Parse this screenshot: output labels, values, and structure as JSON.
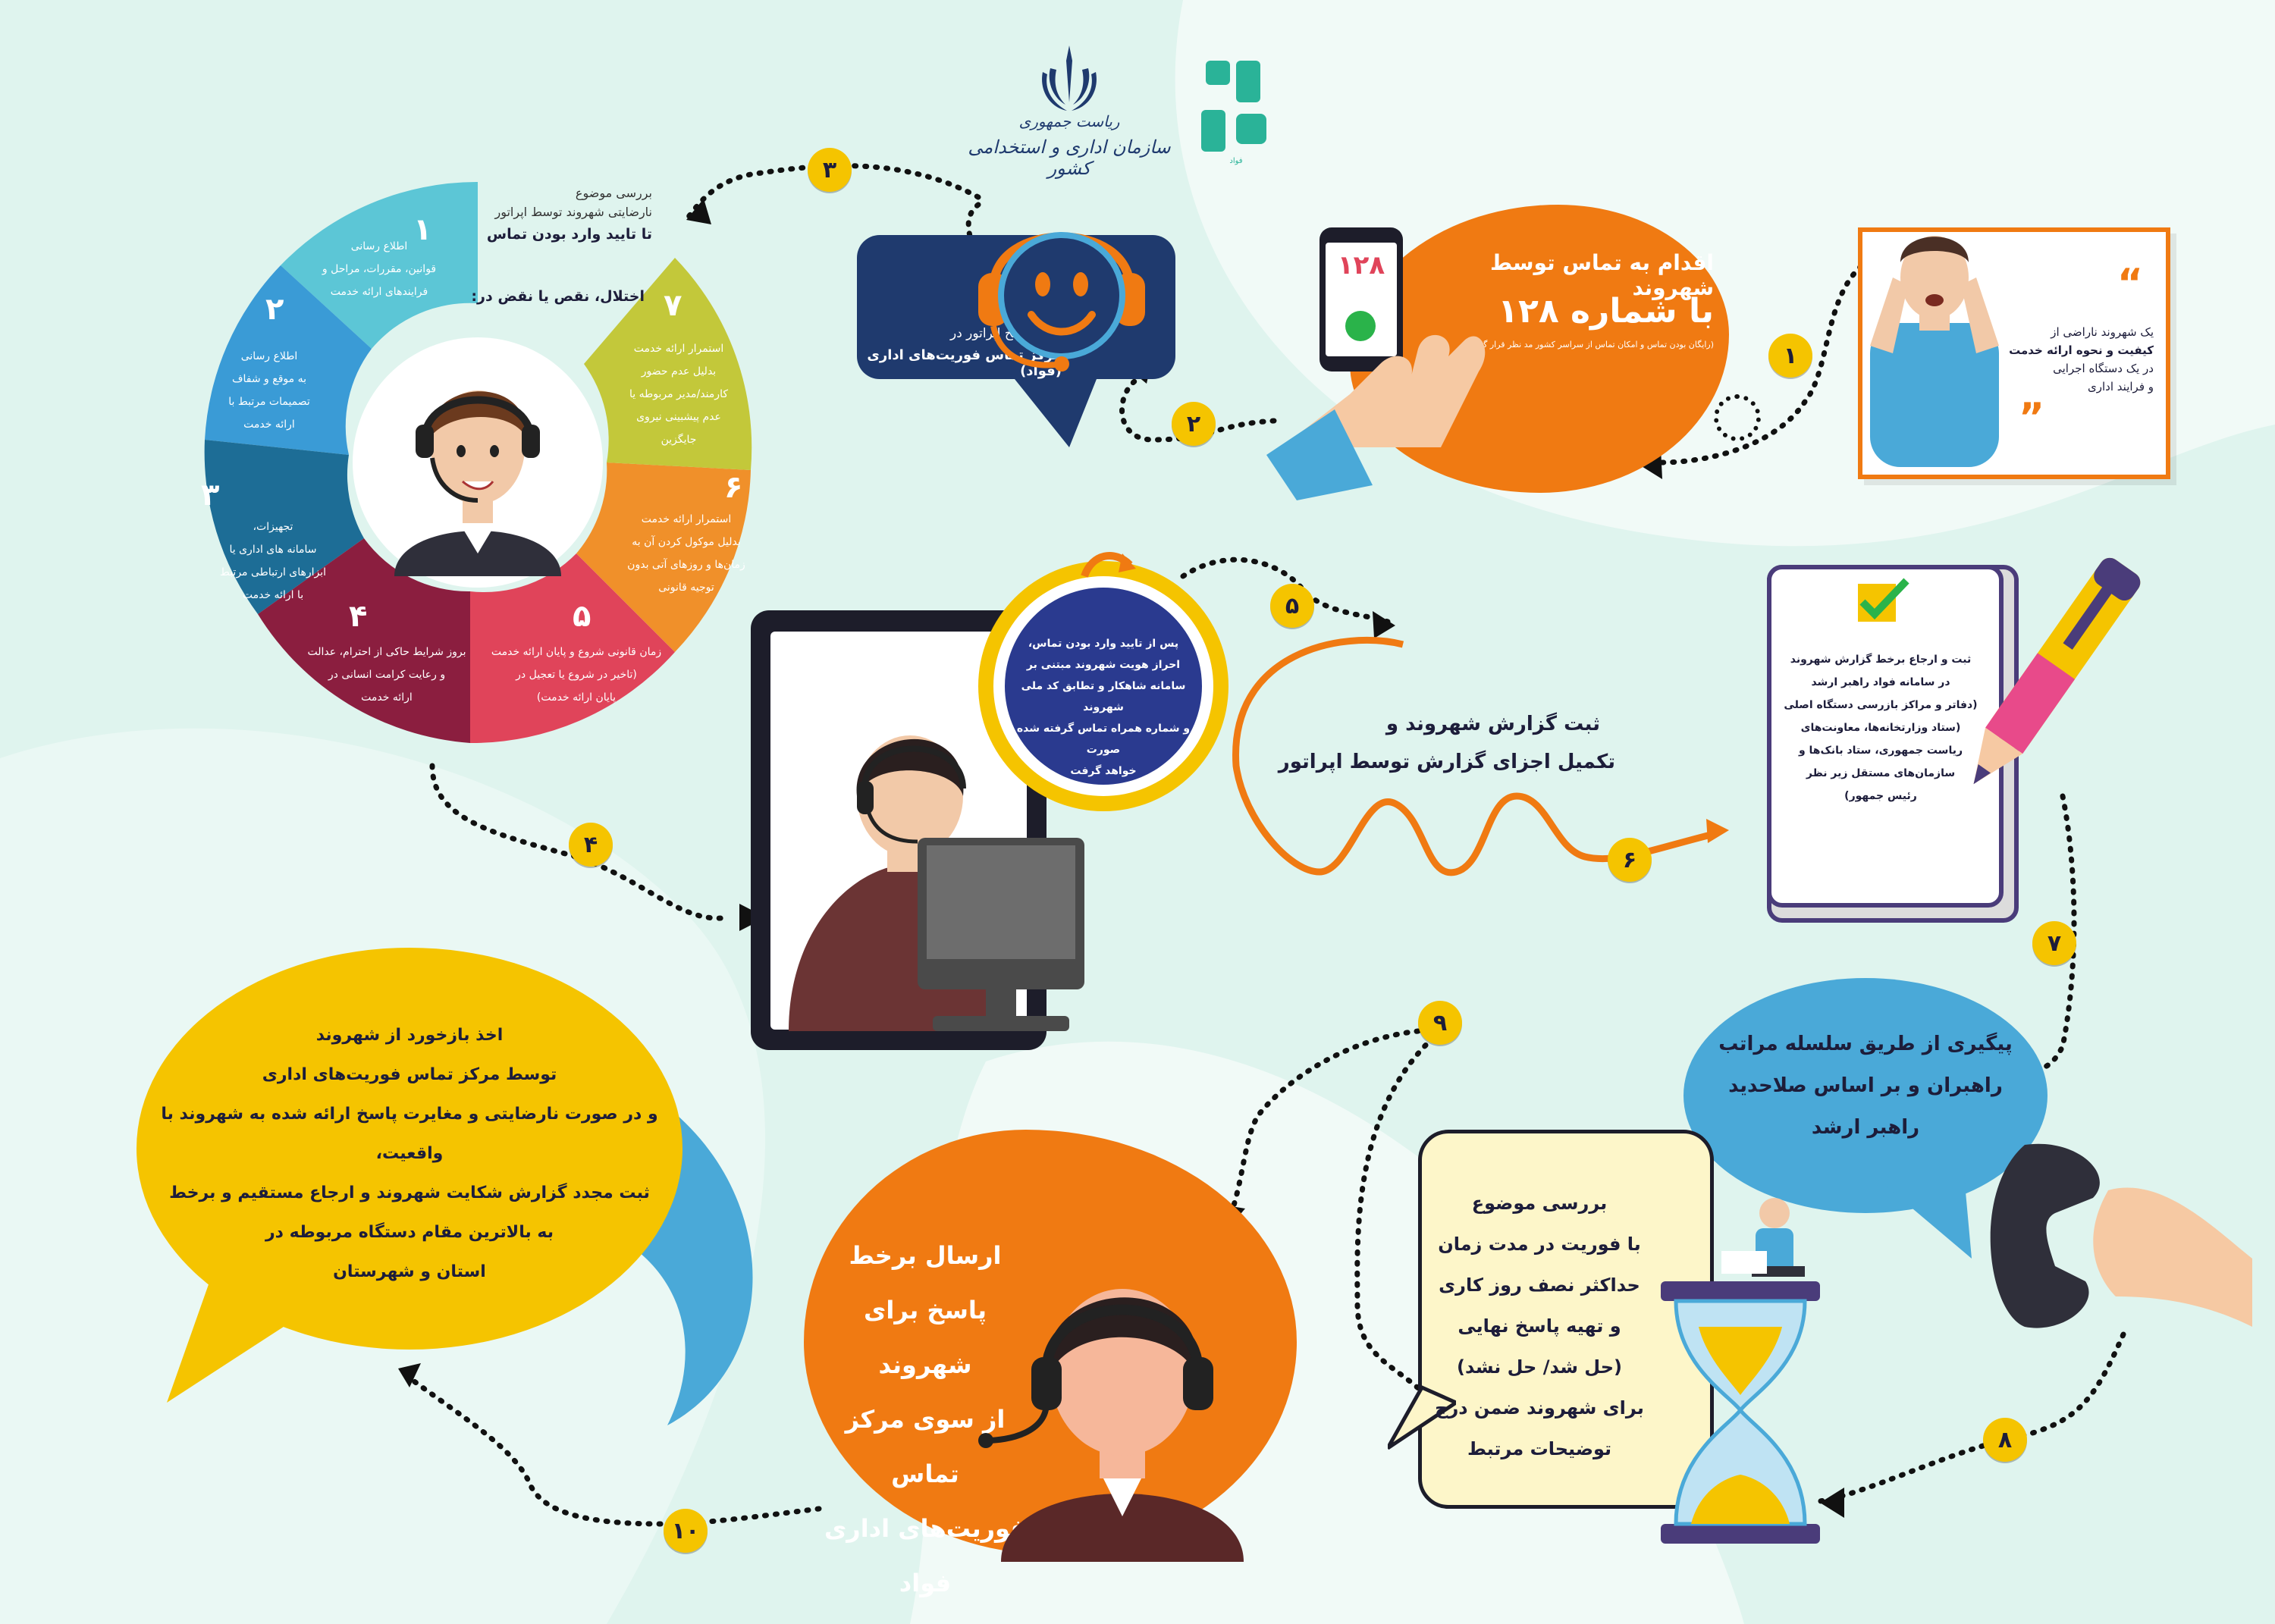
{
  "header": {
    "org_line1": "ریاست جمهوری",
    "org_line2": "سازمان اداری و استخدامی کشور",
    "logo_text": "فواد"
  },
  "steps": {
    "s1": {
      "badge": "۱",
      "line1": "یک شهروند ناراضی از",
      "line2": "کیفیت و نحوه ارائه خدمت",
      "line3": "در یک دستگاه اجرایی",
      "line4": "و فرایند اداری"
    },
    "s2": {
      "badge": "۲",
      "title": "اقدام به تماس توسط شهروند",
      "number_line": "با شماره ۱۲۸",
      "note": "(رایگان بودن تماس و امکان تماس از سراسر کشور مد نظر قرار گیرد)",
      "phone_screen": "۱۲۸"
    },
    "s3": {
      "badge": "۳",
      "line1": "پاسخ اپراتور در",
      "line2": "مرکز تماس فوریت‌های اداری (فواد)"
    },
    "wheel": {
      "intro1": "بررسی موضوع",
      "intro2": "نارضایتی شهروند توسط اپراتور",
      "intro3": "تا تایید وارد بودن تماس",
      "subtitle": "اختلال، نقص یا نقض در:",
      "segments": [
        {
          "num": "۱",
          "lines": [
            "اطلاع رسانی",
            "قوانین، مقررات، مراحل و",
            "فرایندهای ارائه خدمت"
          ],
          "color": "#5cc6d6"
        },
        {
          "num": "۲",
          "lines": [
            "اطلاع رسانی",
            "به موقع و شفاف",
            "تصمیمات مرتبط با",
            "ارائه خدمت"
          ],
          "color": "#3a9bd6"
        },
        {
          "num": "۳",
          "lines": [
            "تجهیزات،",
            "سامانه های اداری یا",
            "ابزارهای ارتباطی مرتبط",
            "با ارائه خدمت"
          ],
          "color": "#1d6d96"
        },
        {
          "num": "۴",
          "lines": [
            "بروز شرایط حاکی از احترام، عدالت",
            "و رعایت کرامت انسانی در",
            "ارائه خدمت"
          ],
          "color": "#8b1e3f"
        },
        {
          "num": "۵",
          "lines": [
            "زمان قانونی شروع و پایان ارائه خدمت",
            "(تاخیر در شروع یا تعجیل در",
            "پایان ارائه خدمت)"
          ],
          "color": "#e0445a"
        },
        {
          "num": "۶",
          "lines": [
            "استمرار ارائه خدمت",
            "بدلیل موکول کردن آن به",
            "زمان‌ها و روزهای آتی بدون",
            "توجیه قانونی"
          ],
          "color": "#f0902a"
        },
        {
          "num": "۷",
          "lines": [
            "استمرار ارائه خدمت",
            "بدلیل عدم حضور",
            "کارمند/مدیر مربوطه یا",
            "عدم پیشبینی نیروی",
            "جایگزین"
          ],
          "color": "#c3c83a"
        }
      ]
    },
    "s4": {
      "badge": "۴",
      "lines": [
        "پس از تایید وارد بودن تماس،",
        "احراز هویت شهروند مبتنی بر",
        "سامانه شاهکار و تطابق کد ملی شهروند",
        "و شماره همراه تماس گرفته شده صورت",
        "خواهد گرفت"
      ]
    },
    "s5": {
      "badge": "۵"
    },
    "s6": {
      "badge": "۶",
      "line1": "ثبت گزارش شهروند و",
      "line2": "تکمیل اجزای گزارش توسط اپراتور"
    },
    "s7": {
      "badge": "۷",
      "lines": [
        "ثبت و ارجاع برخط گزارش شهروند",
        "در سامانه فواد راهبر ارشد",
        "(دفاتر و مراکز بازرسی دستگاه اصلی",
        "(ستاد وزارتخانه‌ها، معاونت‌های",
        "ریاست جمهوری، ستاد بانک‌ها و",
        "سازمان‌های مستقل زیر نظر",
        "رئیس جمهور)"
      ]
    },
    "s8": {
      "badge": "۸",
      "lines": [
        "پیگیری از طریق سلسله مراتب",
        "راهبران و بر اساس صلاحدید",
        "راهبر ارشد"
      ]
    },
    "s9": {
      "badge": "۹",
      "lines": [
        "بررسی موضوع",
        "با فوریت در مدت زمان",
        "حداکثر نصف روز کاری",
        "و تهیه پاسخ نهایی",
        "(حل شد/ حل نشد)",
        "برای شهروند ضمن درج",
        "توضیحات مرتبط"
      ]
    },
    "s10": {
      "badge": "۱۰",
      "lines": [
        "ارسال برخط",
        "پاسخ برای شهروند",
        "از سوی مرکز تماس",
        "فوریت‌های اداری فواد"
      ]
    },
    "s11": {
      "lines": [
        "اخذ بازخورد از شهروند",
        "توسط مرکز تماس فوریت‌های اداری",
        "و در صورت نارضایتی و مغایرت پاسخ ارائه شده به شهروند با واقعیت،",
        "ثبت مجدد گزارش شکایت شهروند و ارجاع مستقیم و برخط",
        "به بالاترین مقام دستگاه مربوطه در",
        "استان و شهرستان"
      ]
    }
  },
  "colors": {
    "yellow": "#f5c400",
    "orange": "#f07a12",
    "navy": "#1f3a6e",
    "teal": "#4aa9d8",
    "bg": "#dff4ee"
  }
}
